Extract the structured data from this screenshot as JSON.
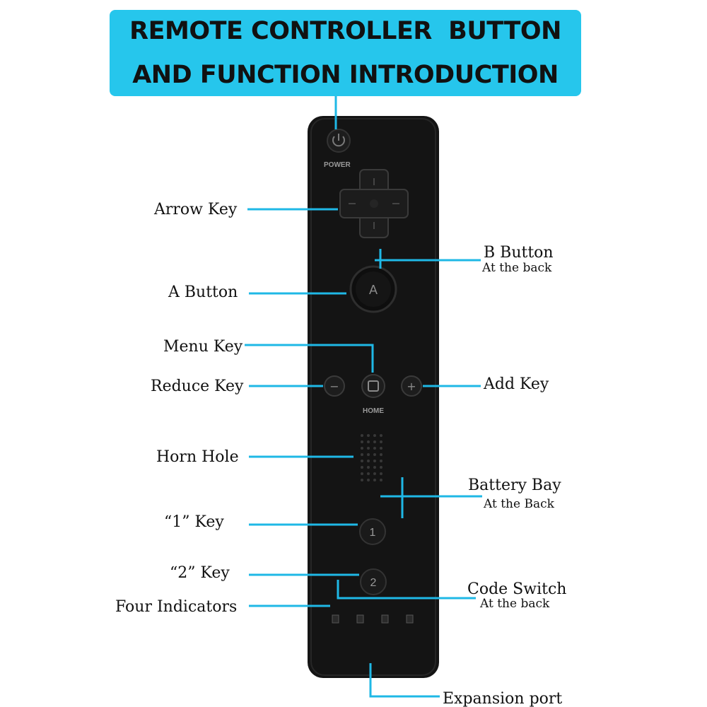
{
  "banner": {
    "line1": "REMOTE CONTROLLER  BUTTON",
    "line2": "AND FUNCTION INTRODUCTION"
  },
  "remote": {
    "power_text": "POWER",
    "a_text": "A",
    "home_text": "HOME",
    "one_text": "1",
    "two_text": "2",
    "minus_text": "−",
    "plus_text": "+"
  },
  "labels": {
    "arrow_key": "Arrow Key",
    "b_button": "B Button",
    "b_button_sub": "At the back",
    "a_button": "A Button",
    "menu_key": "Menu Key",
    "reduce_key": "Reduce Key",
    "add_key": "Add Key",
    "horn_hole": "Horn Hole",
    "battery_bay": "Battery Bay",
    "battery_bay_sub": "At the Back",
    "key_1": "“1”  Key",
    "key_2": "“2” Key",
    "code_switch": "Code Switch",
    "code_switch_sub": "At the back",
    "four_indicators": "Four Indicators",
    "expansion_port": "Expansion port"
  },
  "colors": {
    "banner": "#26c6ec",
    "leader_lines": "#1fb8e6",
    "remote_body": "#141414"
  }
}
